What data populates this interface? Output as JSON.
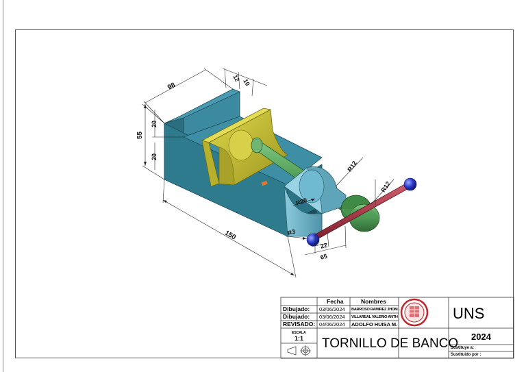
{
  "dimensions": {
    "d98": "98",
    "d10": "10",
    "d12": "12",
    "d55": "55",
    "d20a": "20",
    "d20b": "20",
    "d150": "150",
    "r12a": "R12",
    "r12b": "R12",
    "r20": "R20",
    "r3": "R3",
    "d22": "22",
    "d65": "65"
  },
  "title_block": {
    "col_fecha": "Fecha",
    "col_nombres": "Nombres",
    "rows": [
      {
        "label": "Dibujado:",
        "date": "03/06/2024",
        "name": "BARROSO RAMIREZ JHOMAR E."
      },
      {
        "label": "Dibujado:",
        "date": "03/06/2024",
        "name": "VILLAREAL VALERIO ANTHONY S."
      },
      {
        "label": "REVISADO:",
        "date": "04/06/2024",
        "name": "ADOLFO HUISA M."
      }
    ],
    "escala_label": "ESCALA",
    "escala_value": "1:1",
    "title": "TORNILLO DE BANCO",
    "institution": "UNS",
    "year": "2024",
    "sustituye": "Sustituye a:",
    "sustituido": "Sustituido por :"
  },
  "colors": {
    "base_body": "#2f7b8e",
    "jaw_yellow": "#c9c23a",
    "screw_green": "#4f9a54",
    "moving_jaw": "#6bb0c4",
    "handle": "#a33040",
    "ball": "#2838c8",
    "logo_red": "#c0262c"
  }
}
